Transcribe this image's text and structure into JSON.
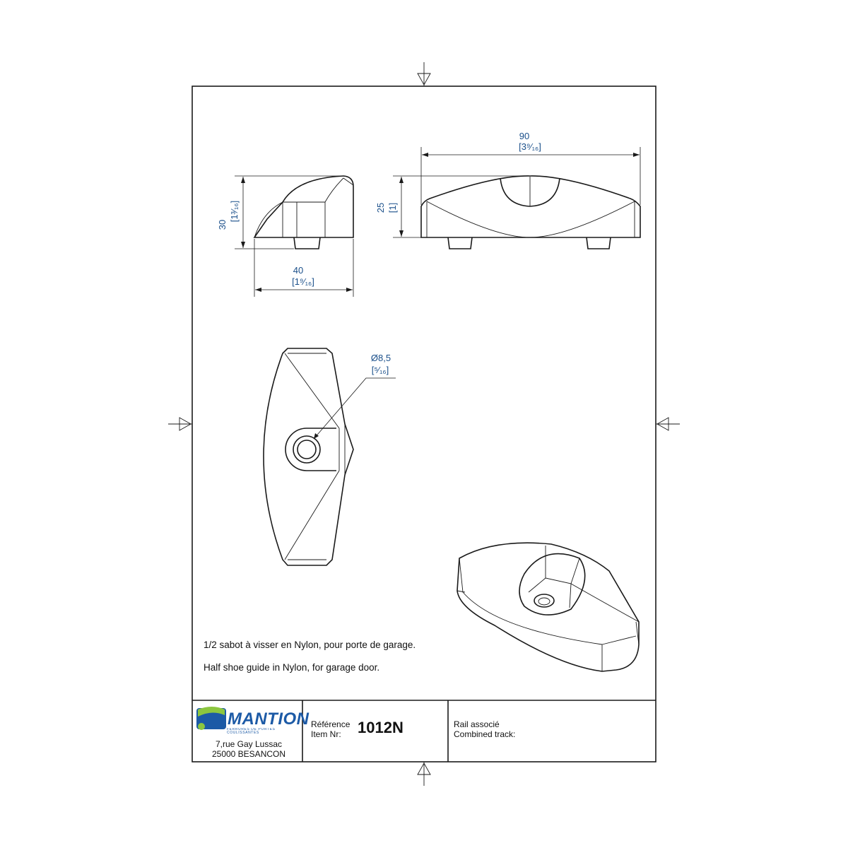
{
  "dimensions": {
    "side_height": {
      "value": "30",
      "inch": "[1³⁄₁₆]"
    },
    "side_width": {
      "value": "40",
      "inch": "[1⁹⁄₁₆]"
    },
    "front_width": {
      "value": "90",
      "inch": "[3⁹⁄₁₆]"
    },
    "front_height": {
      "value": "25",
      "inch": "[1]"
    },
    "hole_diameter": {
      "value": "Ø8,5",
      "inch": "[⁵⁄₁₆]"
    }
  },
  "notes": {
    "fr": "1/2 sabot à visser en Nylon, pour porte de garage.",
    "en": "Half shoe guide in Nylon, for garage door."
  },
  "title_block": {
    "company": "MANTION",
    "tagline": "FERRURES DE PORTES COULISSANTES",
    "address_line1": "7,rue Gay Lussac",
    "address_line2": "25000 BESANCON",
    "reference_label_fr": "Référence",
    "reference_label_en": "Item Nr:",
    "reference_value": "1012N",
    "rail_label_fr": "Rail associé",
    "rail_label_en": "Combined track:"
  },
  "colors": {
    "dimension_text": "#1a4f8a",
    "logo": "#1c5aa6",
    "logo_accent": "#8cc63f"
  }
}
